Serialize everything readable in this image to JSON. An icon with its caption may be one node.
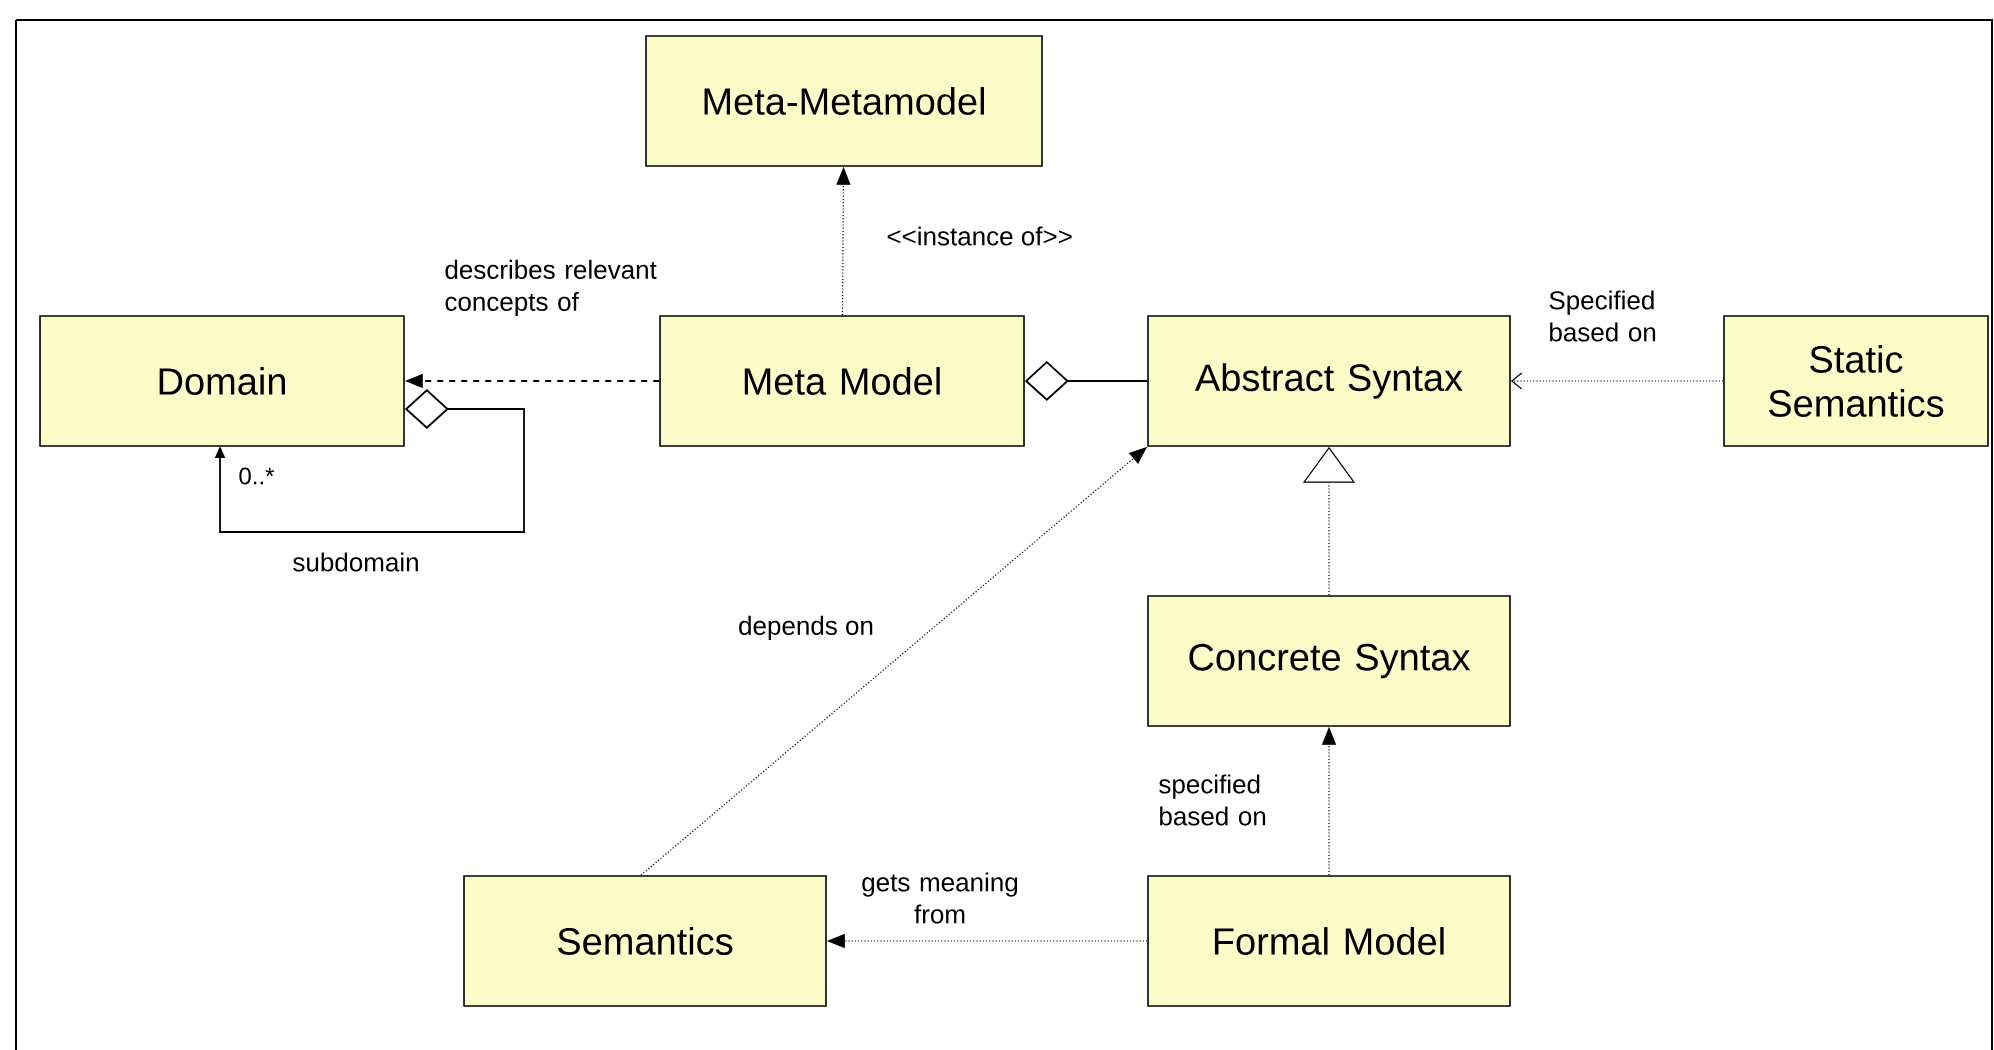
{
  "diagram": {
    "nodes": [
      {
        "text": [
          "Meta-Metamodel"
        ]
      },
      {
        "text": [
          "Domain"
        ]
      },
      {
        "text": [
          "Meta Model"
        ]
      },
      {
        "text": [
          "Abstract Syntax"
        ]
      },
      {
        "text": [
          "Static Semantics"
        ]
      },
      {
        "text": [
          "Concrete Syntax"
        ]
      },
      {
        "text": [
          "Semantics"
        ]
      },
      {
        "text": [
          "Formal Model"
        ]
      }
    ],
    "edges": [
      {
        "from": 2,
        "to": 0,
        "arrow": "to",
        "label": "<<instance of>>",
        "style": "dashed"
      },
      {
        "from": 2,
        "to": 1,
        "arrow": "to",
        "label": "describes relevant concepts of",
        "style": "dashed"
      },
      {
        "from": 2,
        "to": 3,
        "arrow": "other"
      },
      {
        "from": 1,
        "to": 1,
        "arrow": "to",
        "label": "subdomain"
      },
      {
        "from": 4,
        "to": 3,
        "arrow": "to",
        "label": "Specified based on",
        "style": "dashed"
      },
      {
        "from": 5,
        "to": 3,
        "arrow": "to",
        "style": "dashed"
      },
      {
        "from": 6,
        "to": 3,
        "arrow": "to",
        "label": "depends on",
        "style": "dashed"
      },
      {
        "from": 7,
        "to": 5,
        "arrow": "to",
        "label": "specified based on",
        "style": "dashed"
      },
      {
        "from": 7,
        "to": 6,
        "arrow": "to",
        "label": "gets meaning from",
        "style": "dashed"
      }
    ],
    "labels": [
      "0..*"
    ]
  }
}
